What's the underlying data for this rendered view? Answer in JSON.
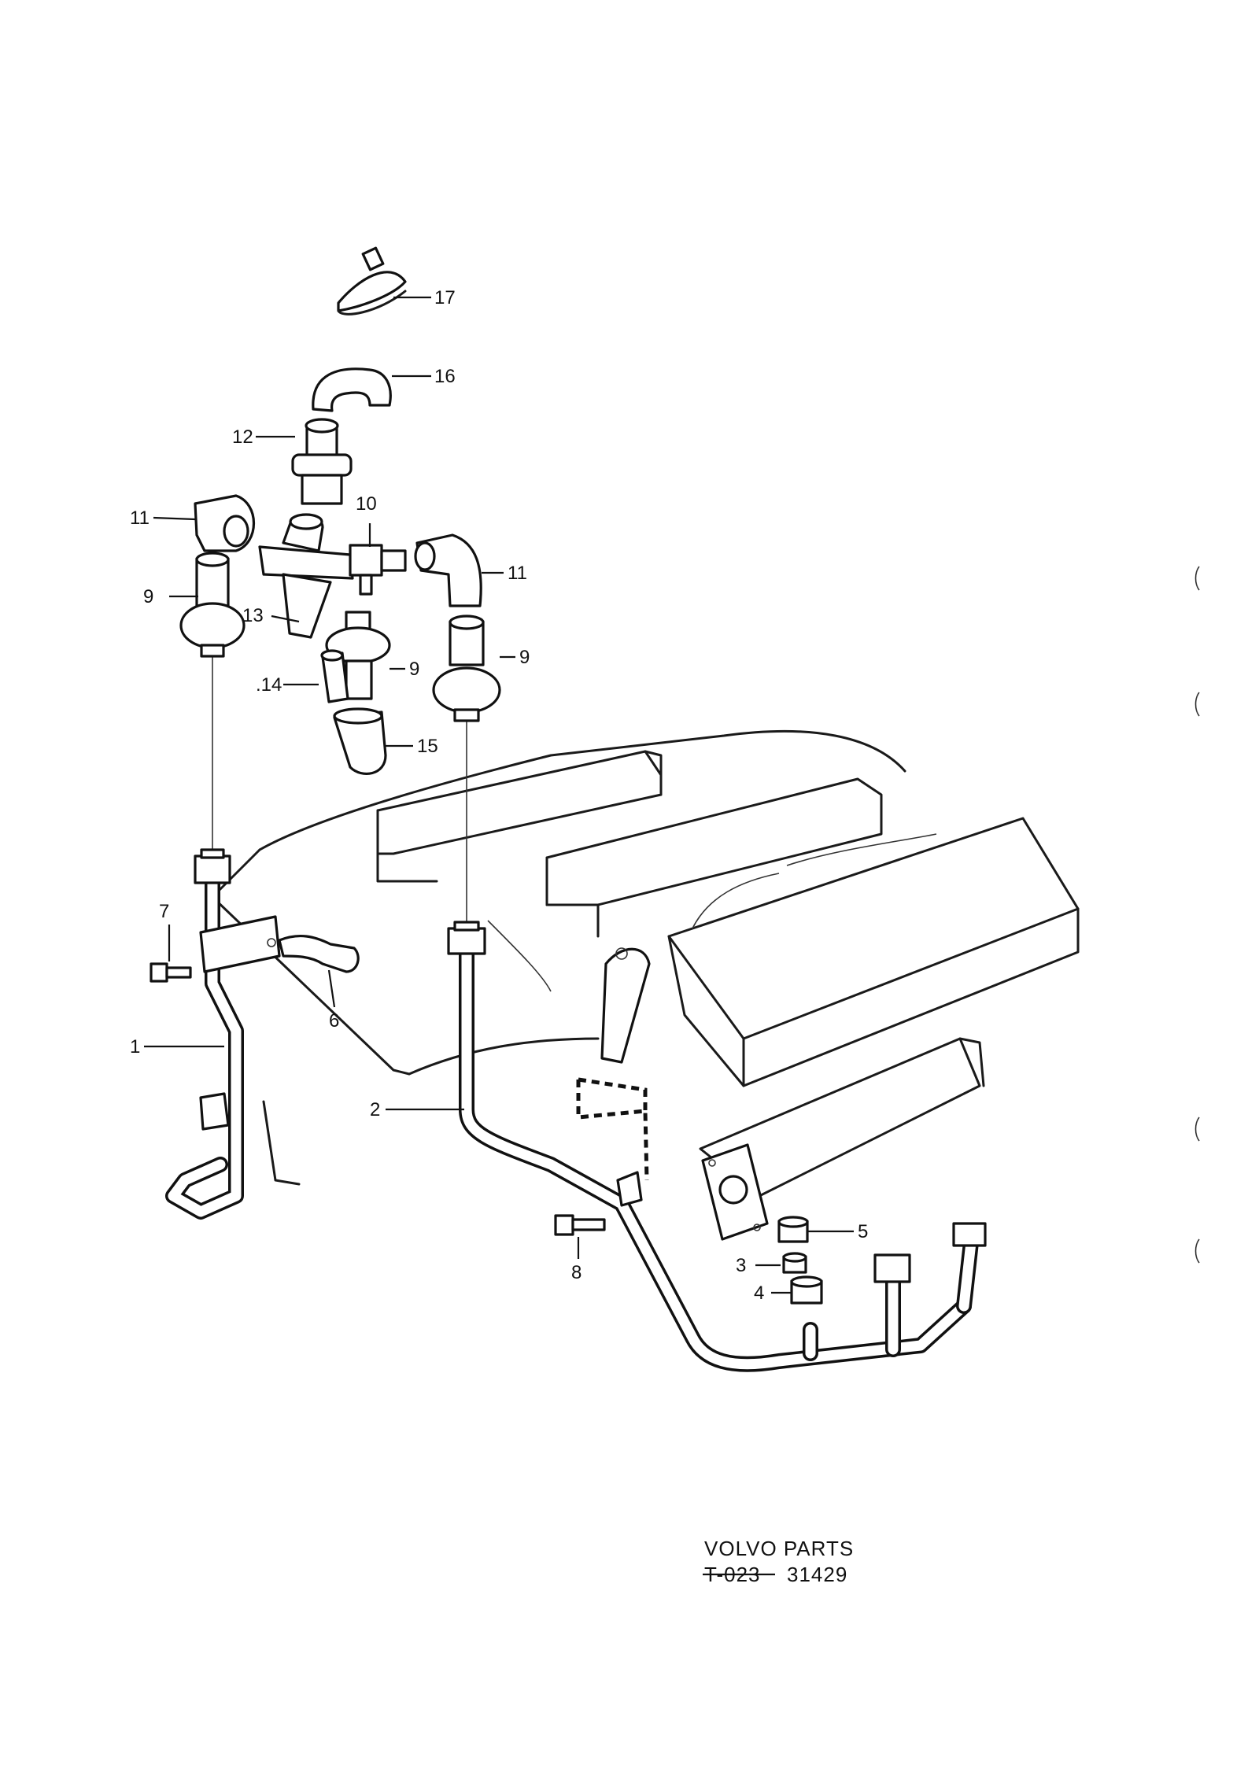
{
  "callouts": {
    "c1": "1",
    "c2": "2",
    "c3": "3",
    "c4": "4",
    "c5": "5",
    "c6": "6",
    "c7": "7",
    "c8": "8",
    "c9a": "9",
    "c9b": "9",
    "c9c": "9",
    "c10": "10",
    "c11a": "11",
    "c11b": "11",
    "c12": "12",
    "c13": "13",
    "c14": ".14",
    "c15": "15",
    "c16": "16",
    "c17": "17"
  },
  "footer": {
    "brand": "VOLVO PARTS",
    "code_struck": "T-023",
    "code": "31429"
  }
}
